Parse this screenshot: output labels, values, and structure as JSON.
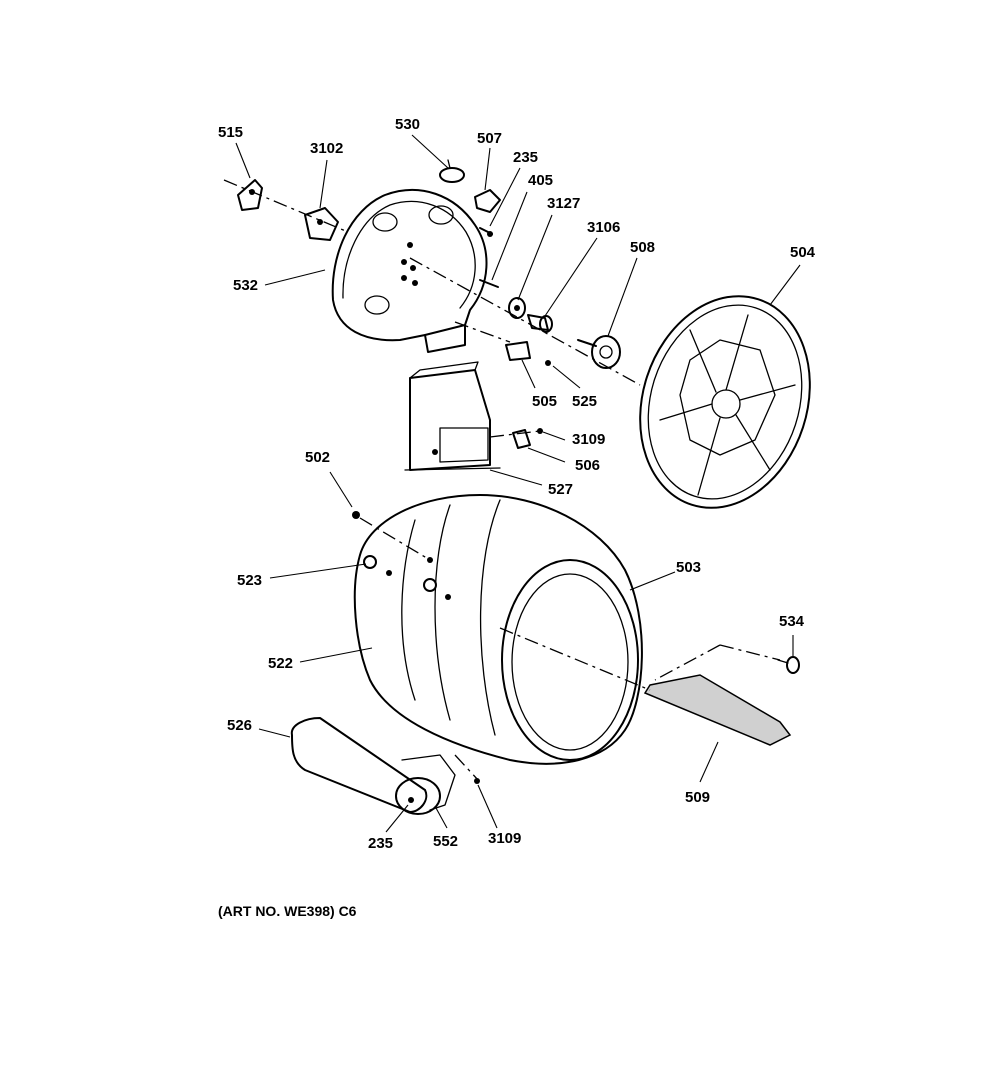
{
  "caption": "(ART NO. WE398) C6",
  "callouts": {
    "c515": "515",
    "c3102": "3102",
    "c530": "530",
    "c507": "507",
    "c235a": "235",
    "c405": "405",
    "c3127": "3127",
    "c3106": "3106",
    "c508": "508",
    "c504": "504",
    "c532": "532",
    "c505": "505",
    "c525": "525",
    "c3109a": "3109",
    "c506": "506",
    "c527": "527",
    "c502": "502",
    "c523": "523",
    "c503": "503",
    "c534": "534",
    "c522": "522",
    "c526": "526",
    "c509": "509",
    "c235b": "235",
    "c552": "552",
    "c3109b": "3109"
  }
}
